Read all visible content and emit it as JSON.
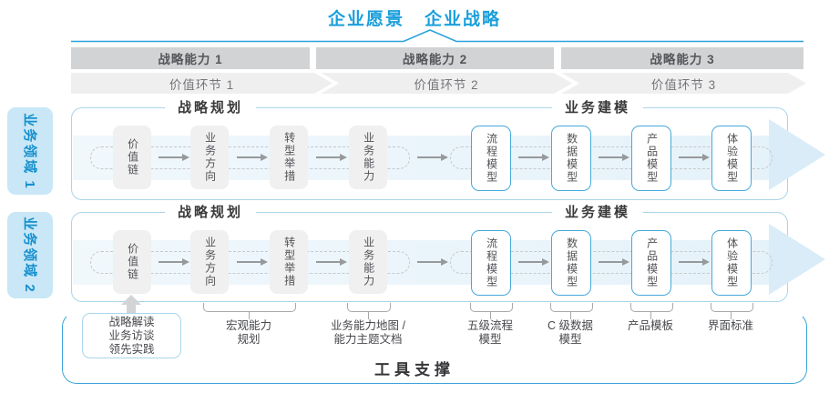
{
  "header": {
    "vision": "企业愿景",
    "strategy": "企业战略"
  },
  "capability_bands": [
    "战略能力 1",
    "战略能力 2",
    "战略能力 3"
  ],
  "value_bands": [
    "价值环节 1",
    "价值环节 2",
    "价值环节 3"
  ],
  "domains": [
    {
      "side_label": "业务领域 1",
      "planning_title": "战略规划",
      "modeling_title": "业务建模",
      "planning_boxes": [
        "价值链",
        "业务方向",
        "转型举措",
        "业务能力"
      ],
      "modeling_boxes": [
        "流程模型",
        "数据模型",
        "产品模型",
        "体验模型"
      ]
    },
    {
      "side_label": "业务领域 2",
      "planning_title": "战略规划",
      "modeling_title": "业务建模",
      "planning_boxes": [
        "价值链",
        "业务方向",
        "转型举措",
        "业务能力"
      ],
      "modeling_boxes": [
        "流程模型",
        "数据模型",
        "产品模型",
        "体验模型"
      ]
    }
  ],
  "annotations": {
    "practice_lines": [
      "战略解读",
      "业务访谈",
      "领先实践"
    ],
    "items": [
      {
        "line1": "宏观能力",
        "line2": "规划"
      },
      {
        "line1": "业务能力地图 /",
        "line2": "能力主题文档"
      },
      {
        "line1": "五级流程",
        "line2": "模型"
      },
      {
        "line1": "C 级数据",
        "line2": "模型"
      },
      {
        "line1": "产品模板",
        "line2": ""
      },
      {
        "line1": "界面标准",
        "line2": ""
      }
    ]
  },
  "footer": {
    "tool_support": "工具支撑"
  },
  "colors": {
    "accent_blue": "#29A3DC",
    "title_blue": "#1A9FDB",
    "side_label_blue": "#1790CF",
    "band_dark_gray": "#D2D3D4",
    "band_light_gray": "#EFEFF0",
    "flow_band_blue": "#E9F4FB",
    "gray_box_fill": "#F0F0F1",
    "blue_box_border": "#47A9DA",
    "domain_border": "#A9D5EA",
    "tool_border": "#3BA4D8"
  }
}
